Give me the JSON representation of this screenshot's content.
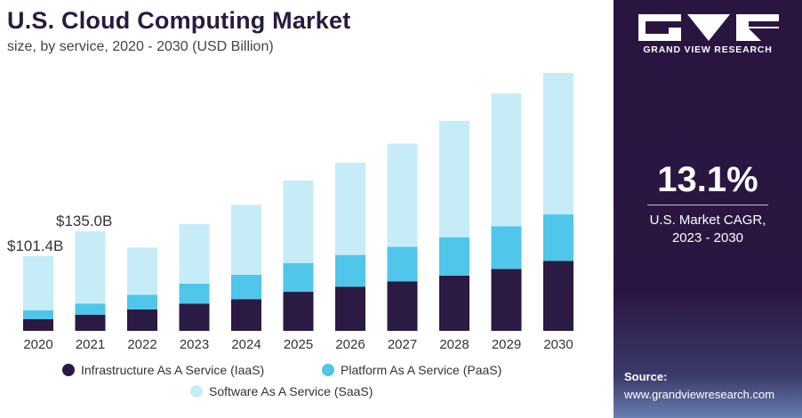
{
  "header": {
    "title": "U.S. Cloud Computing Market",
    "subtitle": "size, by service, 2020 - 2030 (USD Billion)"
  },
  "colors": {
    "iaas": "#2b1a42",
    "paas": "#4fc6ea",
    "saas": "#c6ecf8",
    "sidebar": "#2a1540"
  },
  "chart_data": {
    "type": "bar",
    "stacked": true,
    "categories": [
      "2020",
      "2021",
      "2022",
      "2023",
      "2024",
      "2025",
      "2026",
      "2027",
      "2028",
      "2029",
      "2030"
    ],
    "series": [
      {
        "name": "Infrastructure As A Service (IaaS)",
        "values": [
          16,
          22,
          29,
          37,
          43,
          53,
          60,
          67,
          75,
          84,
          95
        ]
      },
      {
        "name": "Platform As A Service (PaaS)",
        "values": [
          12,
          15,
          20,
          27,
          33,
          39,
          43,
          47,
          52,
          58,
          63
        ]
      },
      {
        "name": "Software As A Service (SaaS)",
        "values": [
          73.4,
          98,
          64,
          81,
          95,
          112,
          125,
          140,
          158,
          180,
          192
        ]
      }
    ],
    "annotations": [
      {
        "category": "2020",
        "text": "$101.4B"
      },
      {
        "category": "2021",
        "text": "$135.0B"
      }
    ],
    "ylim": [
      0,
      350
    ],
    "grid": false,
    "legend_position": "bottom"
  },
  "legend": {
    "items": [
      {
        "label": "Infrastructure As A Service (IaaS)"
      },
      {
        "label": "Platform As A Service (PaaS)"
      },
      {
        "label": "Software As A Service (SaaS)"
      }
    ]
  },
  "sidebar": {
    "brand": "GRAND VIEW RESEARCH",
    "cagr_value": "13.1%",
    "cagr_label_line1": "U.S. Market CAGR,",
    "cagr_label_line2": "2023 - 2030",
    "source_label": "Source:",
    "source_url": "www.grandviewresearch.com"
  }
}
